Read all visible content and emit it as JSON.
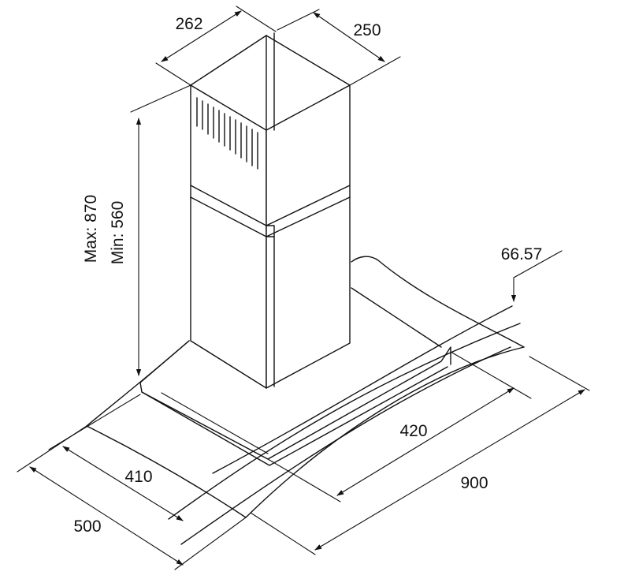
{
  "drawing": {
    "dimensions": {
      "chimney_depth": "262",
      "chimney_width": "250",
      "height_max": "Max: 870",
      "height_min": "Min: 560",
      "glass_thickness": "66.57",
      "body_width": "420",
      "body_depth": "410",
      "glass_depth": "500",
      "glass_width": "900"
    },
    "line_color": "#111111",
    "background": "#ffffff"
  }
}
